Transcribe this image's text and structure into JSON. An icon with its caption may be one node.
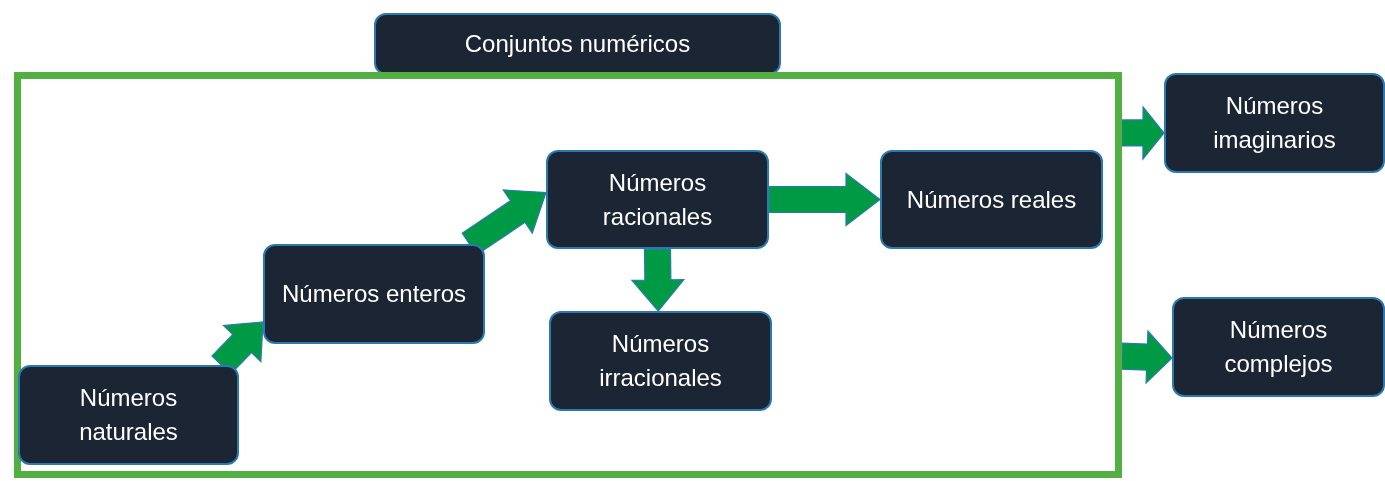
{
  "diagram": {
    "nodes": [
      {
        "text": [
          "Conjuntos numéricos"
        ]
      },
      {
        "text": [],
        "shape": "box"
      },
      {
        "text": [
          "Números naturales"
        ],
        "in": 1
      },
      {
        "text": [
          "Números enteros"
        ],
        "in": 1
      },
      {
        "text": [
          "Números racionales"
        ],
        "in": 1
      },
      {
        "text": [
          "Números irracionales"
        ],
        "in": 1
      },
      {
        "text": [
          "Números reales"
        ],
        "in": 1
      },
      {
        "text": [
          "Números imaginarios"
        ]
      },
      {
        "text": [
          "Números complejos"
        ]
      }
    ],
    "edges": [
      {
        "from": 2,
        "to": 3,
        "arrow": "to"
      },
      {
        "from": 3,
        "to": 4,
        "arrow": "to"
      },
      {
        "from": 4,
        "to": 6,
        "arrow": "to"
      },
      {
        "from": 4,
        "to": 5,
        "arrow": "to"
      },
      {
        "from": 1,
        "to": 7,
        "arrow": "to"
      },
      {
        "from": 1,
        "to": 8,
        "arrow": "to"
      }
    ]
  }
}
